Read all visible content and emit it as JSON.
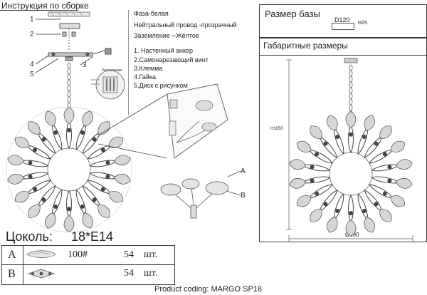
{
  "header": {
    "assembly_title": "Инструкция по сборке",
    "base_size_title": "Размер базы",
    "overall_size_title": "Габаритные размеры"
  },
  "wiring": {
    "phase": "Фаза-белая",
    "neutral": "Нейтральный провод -прозрачный",
    "ground": "Заземление --Жёлтое"
  },
  "parts": [
    "1. Настенный анкер",
    "2.Самонарезающий винт",
    "3.Клемма",
    "4.Гайка",
    "5.Диск с рисунком"
  ],
  "callouts": {
    "n1": "1",
    "n2": "2",
    "n3": "3",
    "n4": "4",
    "n5": "5",
    "detail_a": "A",
    "detail_b": "B",
    "ground_label": "Заземление"
  },
  "base_dimensions": {
    "diameter": "D120",
    "height": "H25"
  },
  "overall_dimensions": {
    "height": "H1050",
    "diameter": "Ø690"
  },
  "socket": {
    "label": "Цоколь:",
    "value": "18*E14"
  },
  "components_table": [
    {
      "letter": "A",
      "code": "100#",
      "qty": "54",
      "unit": "шт."
    },
    {
      "letter": "B",
      "code": "",
      "qty": "54",
      "unit": "шт."
    }
  ],
  "footer": {
    "product_coding": "Product coding: MARGO SP18"
  }
}
